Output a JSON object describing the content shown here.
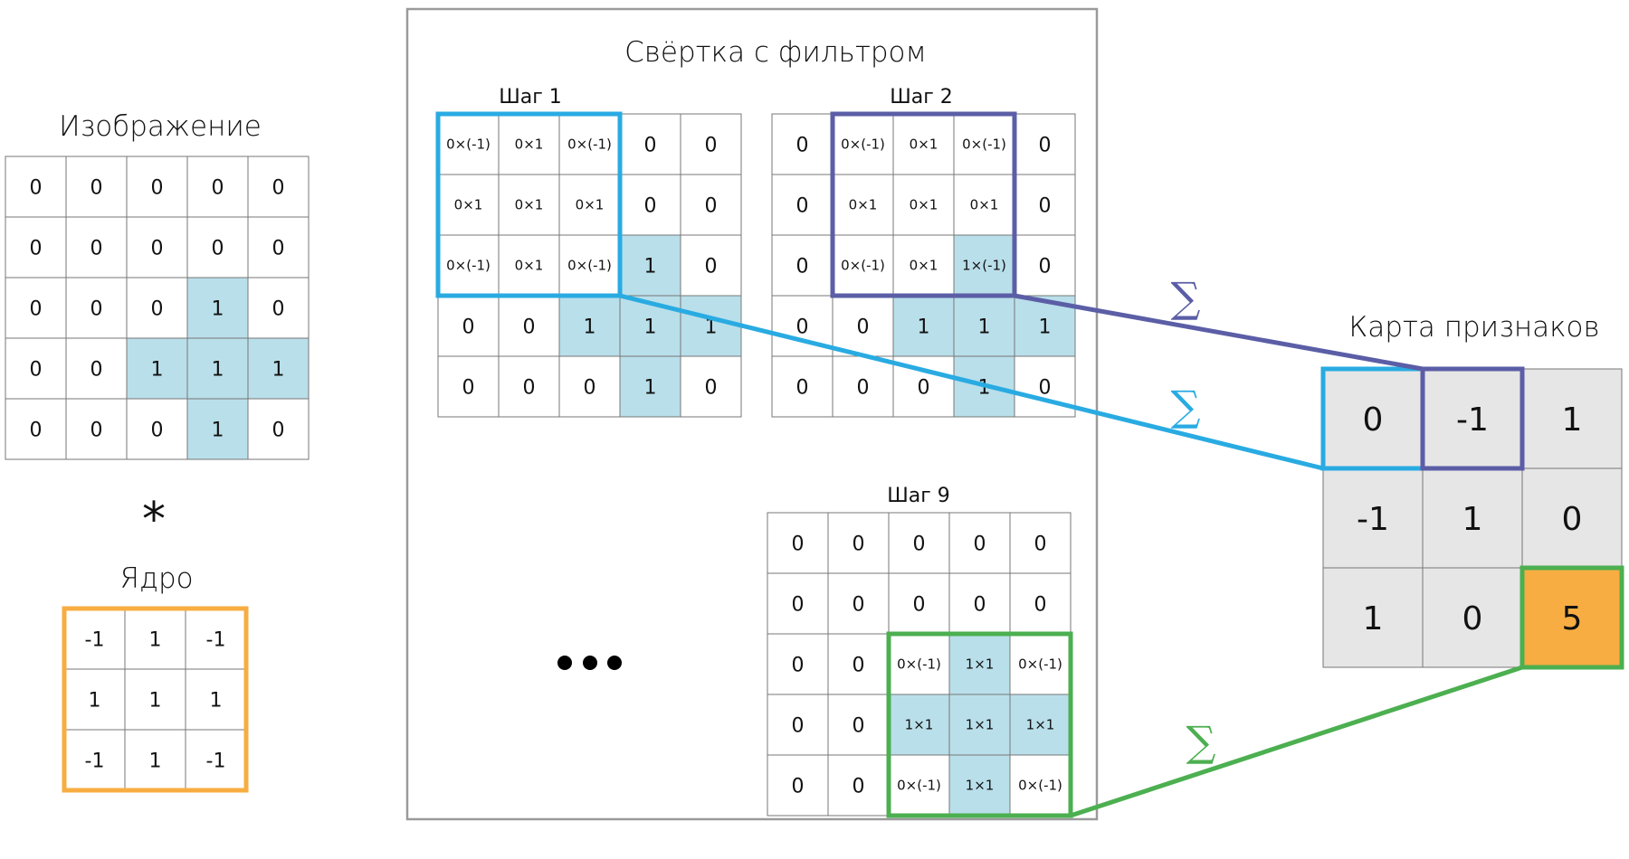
{
  "colors": {
    "highlight": "#b9dfea",
    "cell_border": "#777777",
    "panel_border": "#9a9a9a",
    "step1": "#29abe2",
    "step2": "#5b5ea6",
    "step9": "#4caf50",
    "kernel": "#f7ad42",
    "feature_bg": "#e6e6e6",
    "feature_result": "#f7ad42"
  },
  "image": {
    "title": "Изображение",
    "grid": [
      [
        "0",
        "0",
        "0",
        "0",
        "0"
      ],
      [
        "0",
        "0",
        "0",
        "0",
        "0"
      ],
      [
        "0",
        "0",
        "0",
        "1",
        "0"
      ],
      [
        "0",
        "0",
        "1",
        "1",
        "1"
      ],
      [
        "0",
        "0",
        "0",
        "1",
        "0"
      ]
    ]
  },
  "operator_symbol": "*",
  "kernel": {
    "title": "Ядро",
    "grid": [
      [
        "-1",
        "1",
        "-1"
      ],
      [
        "1",
        "1",
        "1"
      ],
      [
        "-1",
        "1",
        "-1"
      ]
    ]
  },
  "convolution": {
    "title": "Свёртка с фильтром",
    "ellipsis": "•••",
    "steps": [
      {
        "label": "Шаг 1",
        "window_row": 0,
        "window_col": 0,
        "grid": [
          [
            "0×(-1)",
            "0×1",
            "0×(-1)",
            "0",
            "0"
          ],
          [
            "0×1",
            "0×1",
            "0×1",
            "0",
            "0"
          ],
          [
            "0×(-1)",
            "0×1",
            "0×(-1)",
            "1",
            "0"
          ],
          [
            "0",
            "0",
            "1",
            "1",
            "1"
          ],
          [
            "0",
            "0",
            "0",
            "1",
            "0"
          ]
        ]
      },
      {
        "label": "Шаг 2",
        "window_row": 0,
        "window_col": 1,
        "grid": [
          [
            "0",
            "0×(-1)",
            "0×1",
            "0×(-1)",
            "0"
          ],
          [
            "0",
            "0×1",
            "0×1",
            "0×1",
            "0"
          ],
          [
            "0",
            "0×(-1)",
            "0×1",
            "1×(-1)",
            "0"
          ],
          [
            "0",
            "0",
            "1",
            "1",
            "1"
          ],
          [
            "0",
            "0",
            "0",
            "1",
            "0"
          ]
        ]
      },
      {
        "label": "Шаг 9",
        "window_row": 2,
        "window_col": 2,
        "grid": [
          [
            "0",
            "0",
            "0",
            "0",
            "0"
          ],
          [
            "0",
            "0",
            "0",
            "0",
            "0"
          ],
          [
            "0",
            "0",
            "0×(-1)",
            "1×1",
            "0×(-1)"
          ],
          [
            "0",
            "0",
            "1×1",
            "1×1",
            "1×1"
          ],
          [
            "0",
            "0",
            "0×(-1)",
            "1×1",
            "0×(-1)"
          ]
        ]
      }
    ]
  },
  "sum_symbol": "∑",
  "feature_map": {
    "title": "Карта признаков",
    "grid": [
      [
        "0",
        "-1",
        "1"
      ],
      [
        "-1",
        "1",
        "0"
      ],
      [
        "1",
        "0",
        "5"
      ]
    ],
    "highlighted_cell": [
      2,
      2
    ]
  },
  "highlight_mask": [
    [
      0,
      0,
      0,
      0,
      0
    ],
    [
      0,
      0,
      0,
      0,
      0
    ],
    [
      0,
      0,
      0,
      1,
      0
    ],
    [
      0,
      0,
      1,
      1,
      1
    ],
    [
      0,
      0,
      0,
      1,
      0
    ]
  ]
}
